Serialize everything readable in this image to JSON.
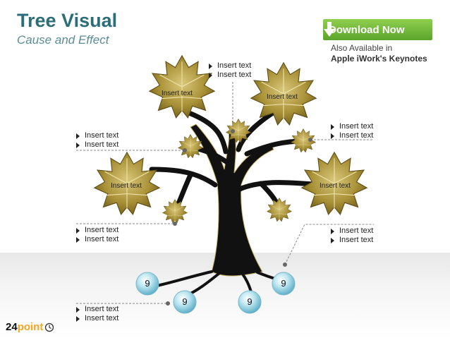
{
  "header": {
    "title": "Tree Visual",
    "subtitle": "Cause and Effect",
    "download_label": "Download Now",
    "avail_line1": "Also Available in",
    "avail_line2": "Apple iWork's Keynotes"
  },
  "lists": {
    "top_center": [
      "Insert text",
      "Insert text"
    ],
    "upper_right": [
      "Insert text",
      "Insert text"
    ],
    "upper_left": [
      "Insert text",
      "Insert text"
    ],
    "mid_left": [
      "Insert text",
      "Insert text"
    ],
    "mid_right": [
      "Insert text",
      "Insert text"
    ],
    "bottom_left": [
      "Insert text",
      "Insert text"
    ]
  },
  "leaves": {
    "top_left": "Insert text",
    "top_right": "Insert text",
    "mid_left": "Insert text",
    "mid_right": "Insert text"
  },
  "roots": [
    "9",
    "9",
    "9",
    "9"
  ],
  "logo": {
    "number": "24",
    "word": "point"
  },
  "colors": {
    "title": "#2b6e78",
    "leaf": "#a08a2e",
    "button": "#6cb83a"
  }
}
